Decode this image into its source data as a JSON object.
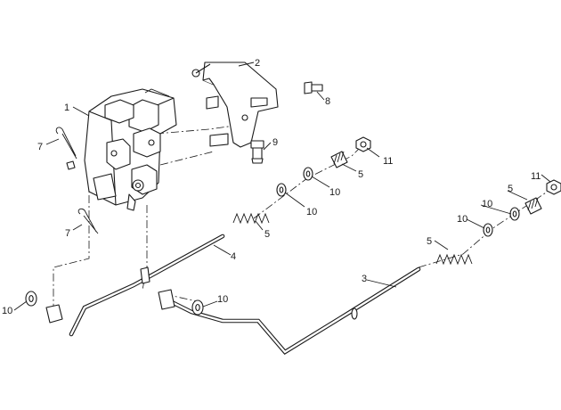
{
  "callouts": {
    "c1": "1",
    "c2": "2",
    "c3": "3",
    "c4": "4",
    "c5a": "5",
    "c5b": "5",
    "c5c": "5",
    "c5d": "5",
    "c7a": "7",
    "c7b": "7",
    "c8": "8",
    "c9": "9",
    "c10a": "10",
    "c10b": "10",
    "c10c": "10",
    "c10d": "10",
    "c10e": "10",
    "c10f": "10",
    "c11a": "11",
    "c11b": "11"
  }
}
